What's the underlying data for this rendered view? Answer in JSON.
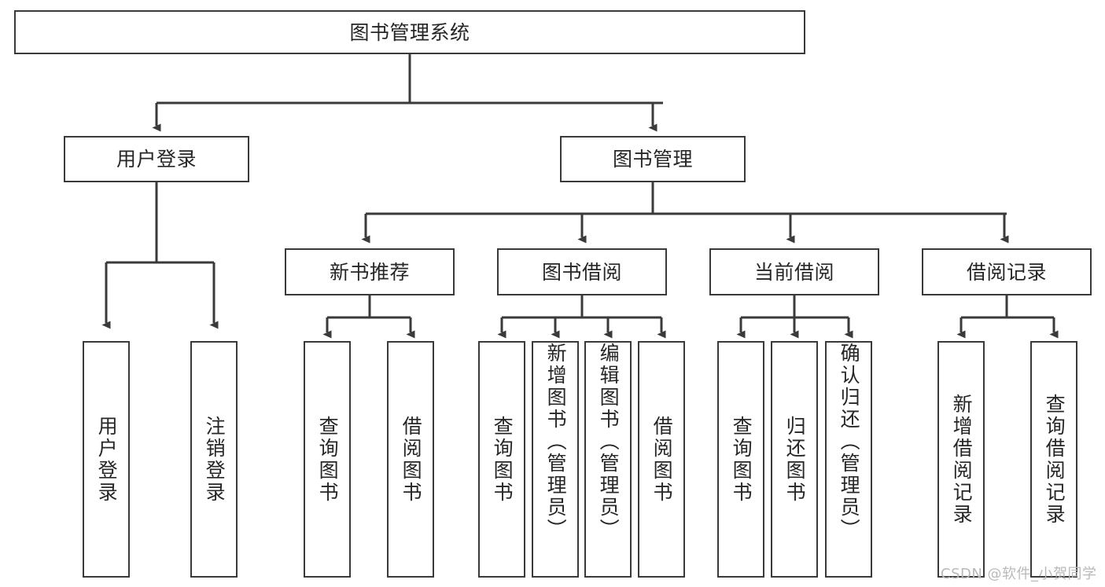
{
  "diagram": {
    "title": "图书管理系统",
    "type": "hierarchy-tree",
    "root": {
      "label": "图书管理系统"
    },
    "level2": [
      {
        "label": "用户登录"
      },
      {
        "label": "图书管理"
      }
    ],
    "level3": [
      {
        "label": "新书推荐"
      },
      {
        "label": "图书借阅"
      },
      {
        "label": "当前借阅"
      },
      {
        "label": "借阅记录"
      }
    ],
    "leaves": {
      "user_login": [
        {
          "label": "用户登录"
        },
        {
          "label": "注销登录"
        }
      ],
      "new_book_recommend": [
        {
          "label": "查询图书"
        },
        {
          "label": "借阅图书"
        }
      ],
      "book_borrow": [
        {
          "label": "查询图书"
        },
        {
          "label": "新增图书（管理员）"
        },
        {
          "label": "编辑图书（管理员）"
        },
        {
          "label": "借阅图书"
        }
      ],
      "current_borrow": [
        {
          "label": "查询图书"
        },
        {
          "label": "归还图书"
        },
        {
          "label": "确认归还（管理员）"
        }
      ],
      "borrow_record": [
        {
          "label": "新增借阅记录"
        },
        {
          "label": "查询借阅记录"
        }
      ]
    }
  },
  "watermark": {
    "text": "CSDN @软件_小贺同学"
  },
  "colors": {
    "stroke": "#3a3a3a",
    "fill": "#ffffff",
    "text": "#262626",
    "watermark": "#b9b9b9"
  }
}
